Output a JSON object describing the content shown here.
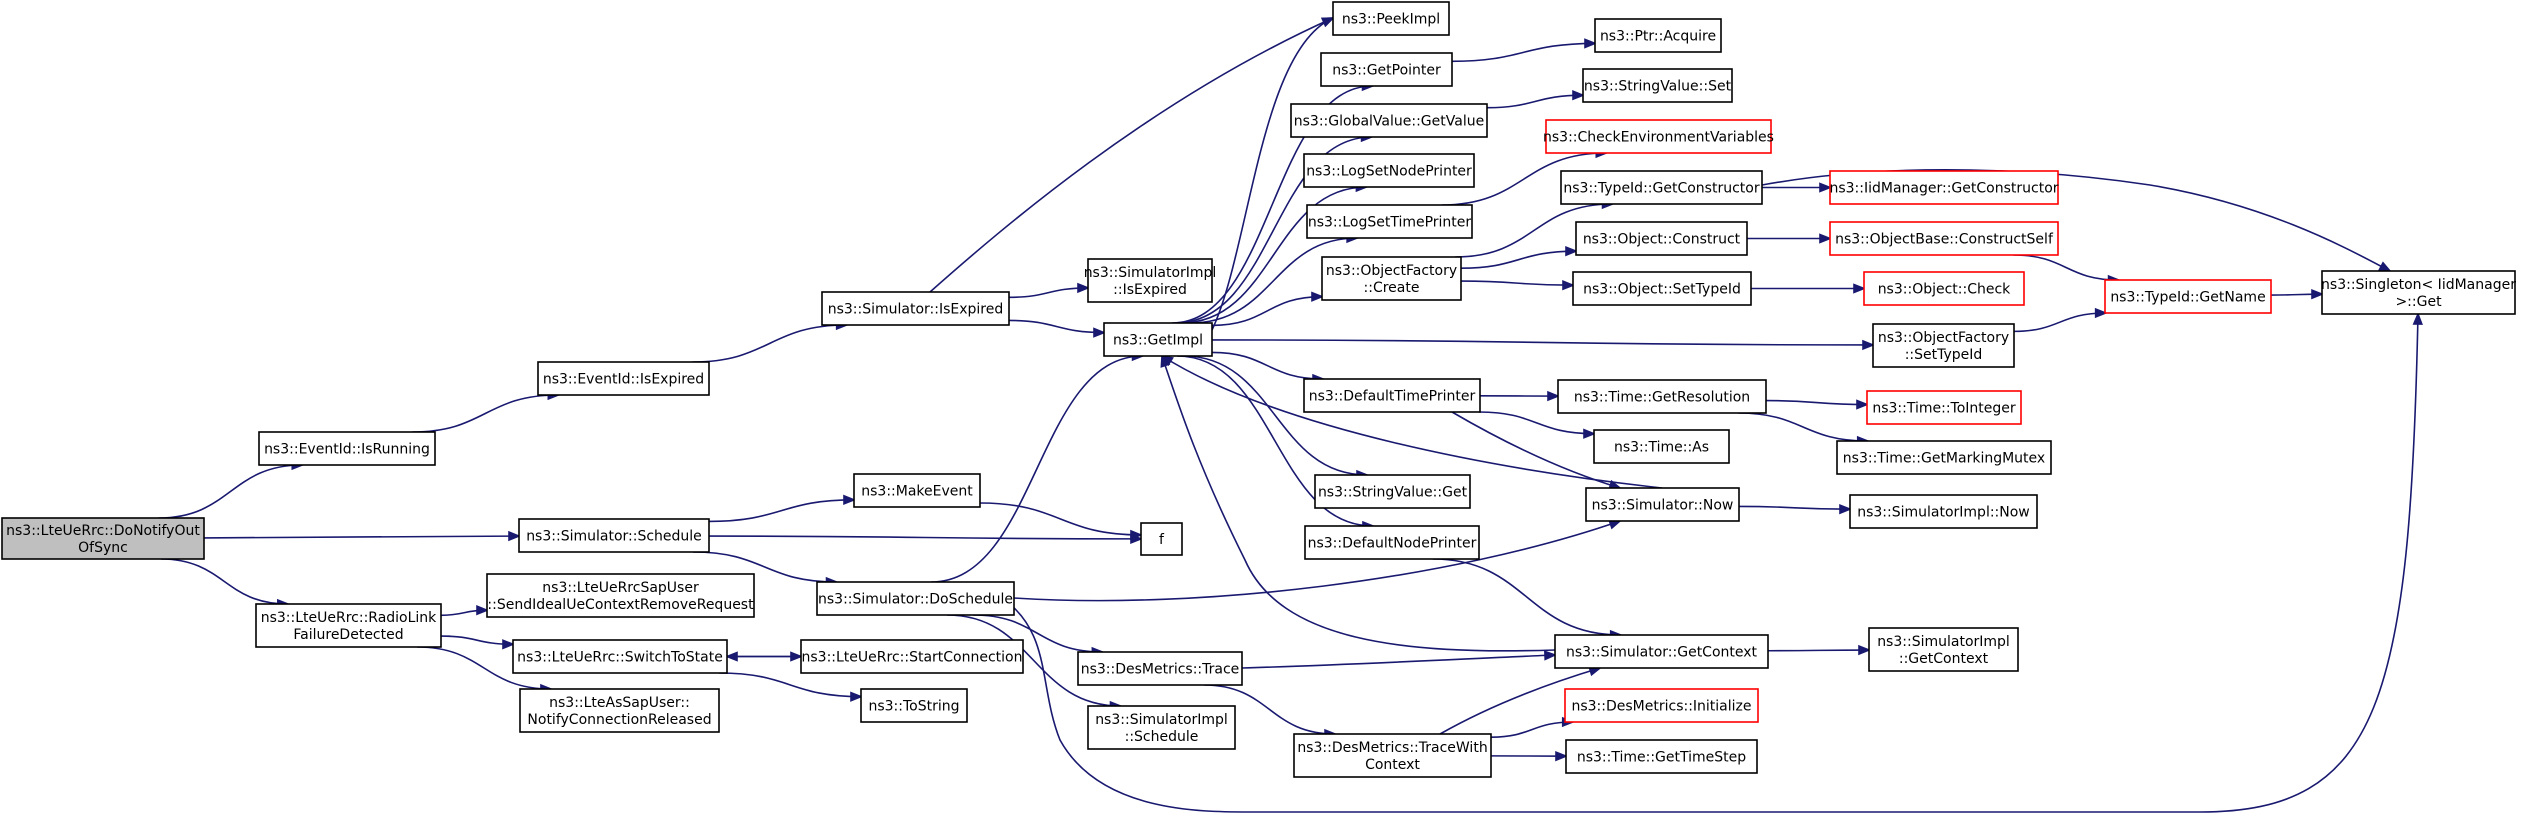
{
  "diagram": {
    "type": "call-graph",
    "colors": {
      "edge": "#191970",
      "root_fill": "#bfbfbf",
      "node_border": "#000000",
      "truncated_border": "#ff0000"
    },
    "nodes": [
      {
        "id": "root",
        "lines": [
          "ns3::LteUeRrc::DoNotifyOut",
          "OfSync"
        ],
        "root": true
      },
      {
        "id": "isRunning",
        "lines": [
          "ns3::EventId::IsRunning"
        ]
      },
      {
        "id": "schedule",
        "lines": [
          "ns3::Simulator::Schedule"
        ]
      },
      {
        "id": "rlf",
        "lines": [
          "ns3::LteUeRrc::RadioLink",
          "FailureDetected"
        ]
      },
      {
        "id": "eidExpired",
        "lines": [
          "ns3::EventId::IsExpired"
        ]
      },
      {
        "id": "simExpired",
        "lines": [
          "ns3::Simulator::IsExpired"
        ]
      },
      {
        "id": "sapRemove",
        "lines": [
          "ns3::LteUeRrcSapUser",
          "::SendIdealUeContextRemoveRequest"
        ]
      },
      {
        "id": "switchState",
        "lines": [
          "ns3::LteUeRrc::SwitchToState"
        ]
      },
      {
        "id": "asRelease",
        "lines": [
          "ns3::LteAsSapUser::",
          "NotifyConnectionReleased"
        ]
      },
      {
        "id": "makeEvent",
        "lines": [
          "ns3::MakeEvent"
        ]
      },
      {
        "id": "doSchedule",
        "lines": [
          "ns3::Simulator::DoSchedule"
        ]
      },
      {
        "id": "startConn",
        "lines": [
          "ns3::LteUeRrc::StartConnection"
        ]
      },
      {
        "id": "toString",
        "lines": [
          "ns3::ToString"
        ]
      },
      {
        "id": "implExpired",
        "lines": [
          "ns3::SimulatorImpl",
          "::IsExpired"
        ]
      },
      {
        "id": "getImpl",
        "lines": [
          "ns3::GetImpl"
        ]
      },
      {
        "id": "f",
        "lines": [
          "f"
        ]
      },
      {
        "id": "desTrace",
        "lines": [
          "ns3::DesMetrics::Trace"
        ]
      },
      {
        "id": "implSchedule",
        "lines": [
          "ns3::SimulatorImpl",
          "::Schedule"
        ]
      },
      {
        "id": "peekImpl",
        "lines": [
          "ns3::PeekImpl"
        ]
      },
      {
        "id": "getPointer",
        "lines": [
          "ns3::GetPointer"
        ]
      },
      {
        "id": "gvGet",
        "lines": [
          "ns3::GlobalValue::GetValue"
        ]
      },
      {
        "id": "logNode",
        "lines": [
          "ns3::LogSetNodePrinter"
        ]
      },
      {
        "id": "logTime",
        "lines": [
          "ns3::LogSetTimePrinter"
        ]
      },
      {
        "id": "ofCreate",
        "lines": [
          "ns3::ObjectFactory",
          "::Create"
        ]
      },
      {
        "id": "defTime",
        "lines": [
          "ns3::DefaultTimePrinter"
        ]
      },
      {
        "id": "svGet",
        "lines": [
          "ns3::StringValue::Get"
        ]
      },
      {
        "id": "defNode",
        "lines": [
          "ns3::DefaultNodePrinter"
        ]
      },
      {
        "id": "traceCtx",
        "lines": [
          "ns3::DesMetrics::TraceWith",
          "Context"
        ]
      },
      {
        "id": "ptrAcquire",
        "lines": [
          "ns3::Ptr::Acquire"
        ]
      },
      {
        "id": "svSet",
        "lines": [
          "ns3::StringValue::Set"
        ]
      },
      {
        "id": "checkEnv",
        "lines": [
          "ns3::CheckEnvironmentVariables"
        ],
        "truncated": true
      },
      {
        "id": "tidCtor",
        "lines": [
          "ns3::TypeId::GetConstructor"
        ]
      },
      {
        "id": "objConstruct",
        "lines": [
          "ns3::Object::Construct"
        ]
      },
      {
        "id": "objSetTid",
        "lines": [
          "ns3::Object::SetTypeId"
        ]
      },
      {
        "id": "ofSetTid",
        "lines": [
          "ns3::ObjectFactory",
          "::SetTypeId"
        ]
      },
      {
        "id": "getRes",
        "lines": [
          "ns3::Time::GetResolution"
        ]
      },
      {
        "id": "timeAs",
        "lines": [
          "ns3::Time::As"
        ]
      },
      {
        "id": "simNow",
        "lines": [
          "ns3::Simulator::Now"
        ]
      },
      {
        "id": "simGetCtx",
        "lines": [
          "ns3::Simulator::GetContext"
        ]
      },
      {
        "id": "desInit",
        "lines": [
          "ns3::DesMetrics::Initialize"
        ],
        "truncated": true
      },
      {
        "id": "timeStep",
        "lines": [
          "ns3::Time::GetTimeStep"
        ]
      },
      {
        "id": "iidCtor",
        "lines": [
          "ns3::IidManager::GetConstructor"
        ],
        "truncated": true
      },
      {
        "id": "obConstructSelf",
        "lines": [
          "ns3::ObjectBase::ConstructSelf"
        ],
        "truncated": true
      },
      {
        "id": "objCheck",
        "lines": [
          "ns3::Object::Check"
        ],
        "truncated": true
      },
      {
        "id": "toInteger",
        "lines": [
          "ns3::Time::ToInteger"
        ],
        "truncated": true
      },
      {
        "id": "markMutex",
        "lines": [
          "ns3::Time::GetMarkingMutex"
        ]
      },
      {
        "id": "implNow",
        "lines": [
          "ns3::SimulatorImpl::Now"
        ]
      },
      {
        "id": "implGetCtx",
        "lines": [
          "ns3::SimulatorImpl",
          "::GetContext"
        ]
      },
      {
        "id": "tidGetName",
        "lines": [
          "ns3::TypeId::GetName"
        ],
        "truncated": true
      },
      {
        "id": "singleton",
        "lines": [
          "ns3::Singleton< IidManager",
          " >::Get"
        ]
      }
    ],
    "edges": [
      [
        "root",
        "isRunning"
      ],
      [
        "root",
        "schedule"
      ],
      [
        "root",
        "rlf"
      ],
      [
        "isRunning",
        "eidExpired"
      ],
      [
        "eidExpired",
        "simExpired"
      ],
      [
        "simExpired",
        "peekImpl"
      ],
      [
        "simExpired",
        "implExpired"
      ],
      [
        "simExpired",
        "getImpl"
      ],
      [
        "schedule",
        "makeEvent"
      ],
      [
        "schedule",
        "f"
      ],
      [
        "schedule",
        "doSchedule"
      ],
      [
        "makeEvent",
        "f"
      ],
      [
        "rlf",
        "sapRemove"
      ],
      [
        "rlf",
        "switchState"
      ],
      [
        "rlf",
        "asRelease"
      ],
      [
        "switchState",
        "toString"
      ],
      [
        "startConn",
        "switchState"
      ],
      [
        "switchState",
        "startConn"
      ],
      [
        "doSchedule",
        "getImpl"
      ],
      [
        "doSchedule",
        "simNow"
      ],
      [
        "doSchedule",
        "desTrace"
      ],
      [
        "doSchedule",
        "implSchedule"
      ],
      [
        "doSchedule",
        "singleton"
      ],
      [
        "getImpl",
        "peekImpl"
      ],
      [
        "getImpl",
        "getPointer"
      ],
      [
        "getImpl",
        "gvGet"
      ],
      [
        "getImpl",
        "logNode"
      ],
      [
        "getImpl",
        "logTime"
      ],
      [
        "getImpl",
        "ofCreate"
      ],
      [
        "getImpl",
        "defTime"
      ],
      [
        "getImpl",
        "svGet"
      ],
      [
        "getImpl",
        "defNode"
      ],
      [
        "getImpl",
        "ofSetTid"
      ],
      [
        "getPointer",
        "ptrAcquire"
      ],
      [
        "gvGet",
        "svSet"
      ],
      [
        "logTime",
        "checkEnv"
      ],
      [
        "ofCreate",
        "tidCtor"
      ],
      [
        "ofCreate",
        "objConstruct"
      ],
      [
        "ofCreate",
        "objSetTid"
      ],
      [
        "tidCtor",
        "iidCtor"
      ],
      [
        "tidCtor",
        "singleton"
      ],
      [
        "objConstruct",
        "obConstructSelf"
      ],
      [
        "objSetTid",
        "objCheck"
      ],
      [
        "obConstructSelf",
        "tidGetName"
      ],
      [
        "ofSetTid",
        "tidGetName"
      ],
      [
        "tidGetName",
        "singleton"
      ],
      [
        "defTime",
        "getRes"
      ],
      [
        "defTime",
        "timeAs"
      ],
      [
        "defTime",
        "simNow"
      ],
      [
        "getRes",
        "toInteger"
      ],
      [
        "getRes",
        "markMutex"
      ],
      [
        "simNow",
        "getImpl"
      ],
      [
        "simNow",
        "implNow"
      ],
      [
        "defNode",
        "simGetCtx"
      ],
      [
        "desTrace",
        "simGetCtx"
      ],
      [
        "desTrace",
        "traceCtx"
      ],
      [
        "traceCtx",
        "simGetCtx"
      ],
      [
        "traceCtx",
        "desInit"
      ],
      [
        "traceCtx",
        "timeStep"
      ],
      [
        "simGetCtx",
        "getImpl"
      ],
      [
        "simGetCtx",
        "implGetCtx"
      ]
    ]
  }
}
